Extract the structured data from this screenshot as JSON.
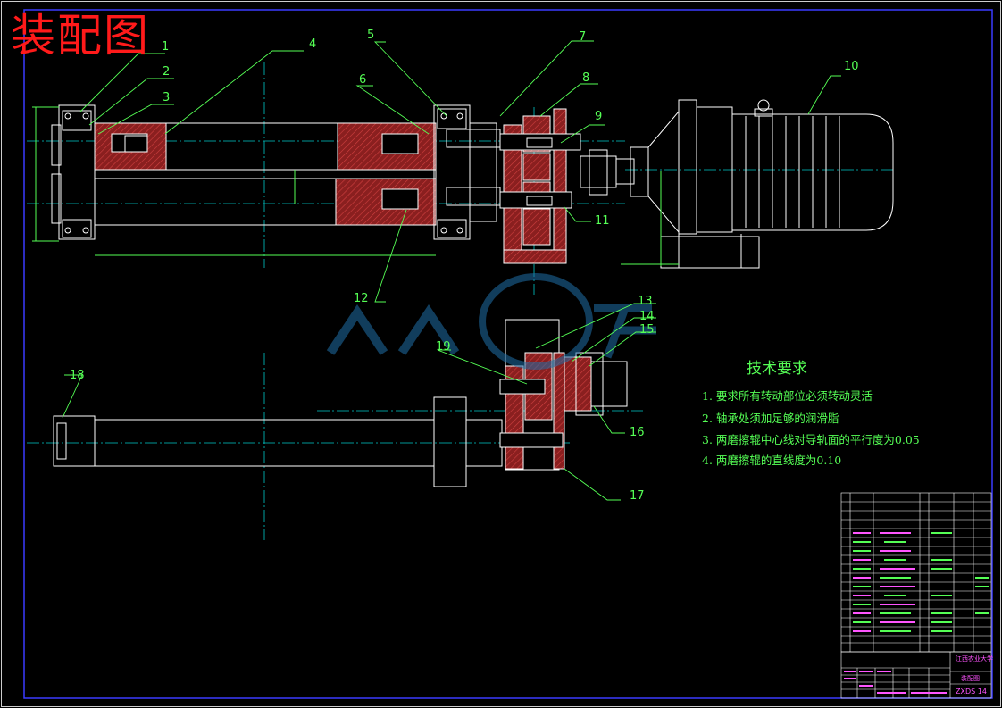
{
  "drawing": {
    "title": "装配图",
    "callouts": [
      {
        "id": "c1",
        "label": "1"
      },
      {
        "id": "c2",
        "label": "2"
      },
      {
        "id": "c3",
        "label": "3"
      },
      {
        "id": "c4",
        "label": "4"
      },
      {
        "id": "c5",
        "label": "5"
      },
      {
        "id": "c6",
        "label": "6"
      },
      {
        "id": "c7",
        "label": "7"
      },
      {
        "id": "c8",
        "label": "8"
      },
      {
        "id": "c9",
        "label": "9"
      },
      {
        "id": "c10",
        "label": "10"
      },
      {
        "id": "c11",
        "label": "11"
      },
      {
        "id": "c12",
        "label": "12"
      },
      {
        "id": "c13",
        "label": "13"
      },
      {
        "id": "c14",
        "label": "14"
      },
      {
        "id": "c15",
        "label": "15"
      },
      {
        "id": "c16",
        "label": "16"
      },
      {
        "id": "c17",
        "label": "17"
      },
      {
        "id": "c18",
        "label": "18"
      },
      {
        "id": "c19",
        "label": "19"
      }
    ]
  },
  "requirements": {
    "title": "技术要求",
    "items": [
      "1.  要求所有转动部位必须转动灵活",
      "2.  轴承处须加足够的润滑脂",
      "3.  两磨擦辊中心线对导轨面的平行度为0.05",
      "4.  两磨擦辊的直线度为0.10"
    ]
  },
  "title_block": {
    "school": "江西农业大学",
    "drawing_name": "装配图",
    "drawing_code": "ZXDS 14"
  },
  "colors": {
    "frame": "#3b3bff",
    "line": "#ffffff",
    "center": "#00c8c8",
    "section": "#b52b2b",
    "label": "#55ff55",
    "title": "#ff1a1a",
    "watermark": "#1f6fa8"
  }
}
